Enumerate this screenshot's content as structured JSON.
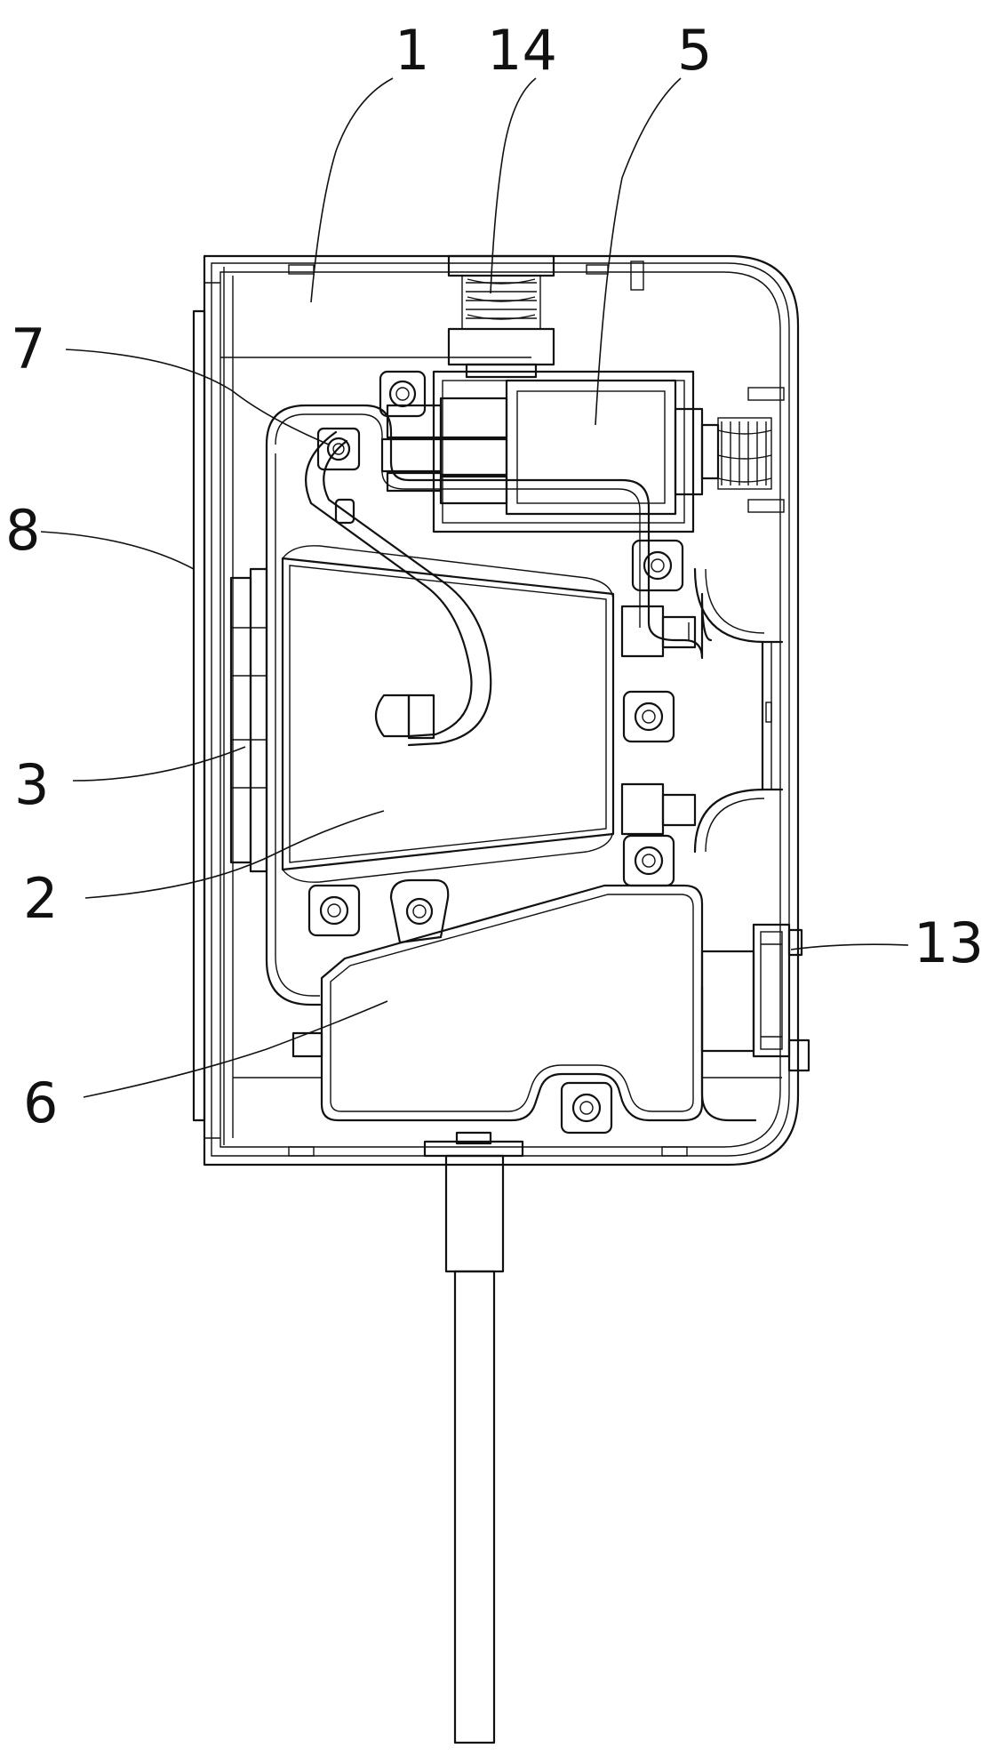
{
  "figure": {
    "labels": [
      {
        "id": "housing",
        "text": "1"
      },
      {
        "id": "spring-assembly",
        "text": "14"
      },
      {
        "id": "top-module",
        "text": "5"
      },
      {
        "id": "screw-post",
        "text": "7"
      },
      {
        "id": "side-plate",
        "text": "8"
      },
      {
        "id": "terminal-strip",
        "text": "3"
      },
      {
        "id": "main-block",
        "text": "2"
      },
      {
        "id": "clip",
        "text": "13"
      },
      {
        "id": "lower-module",
        "text": "6"
      }
    ]
  }
}
